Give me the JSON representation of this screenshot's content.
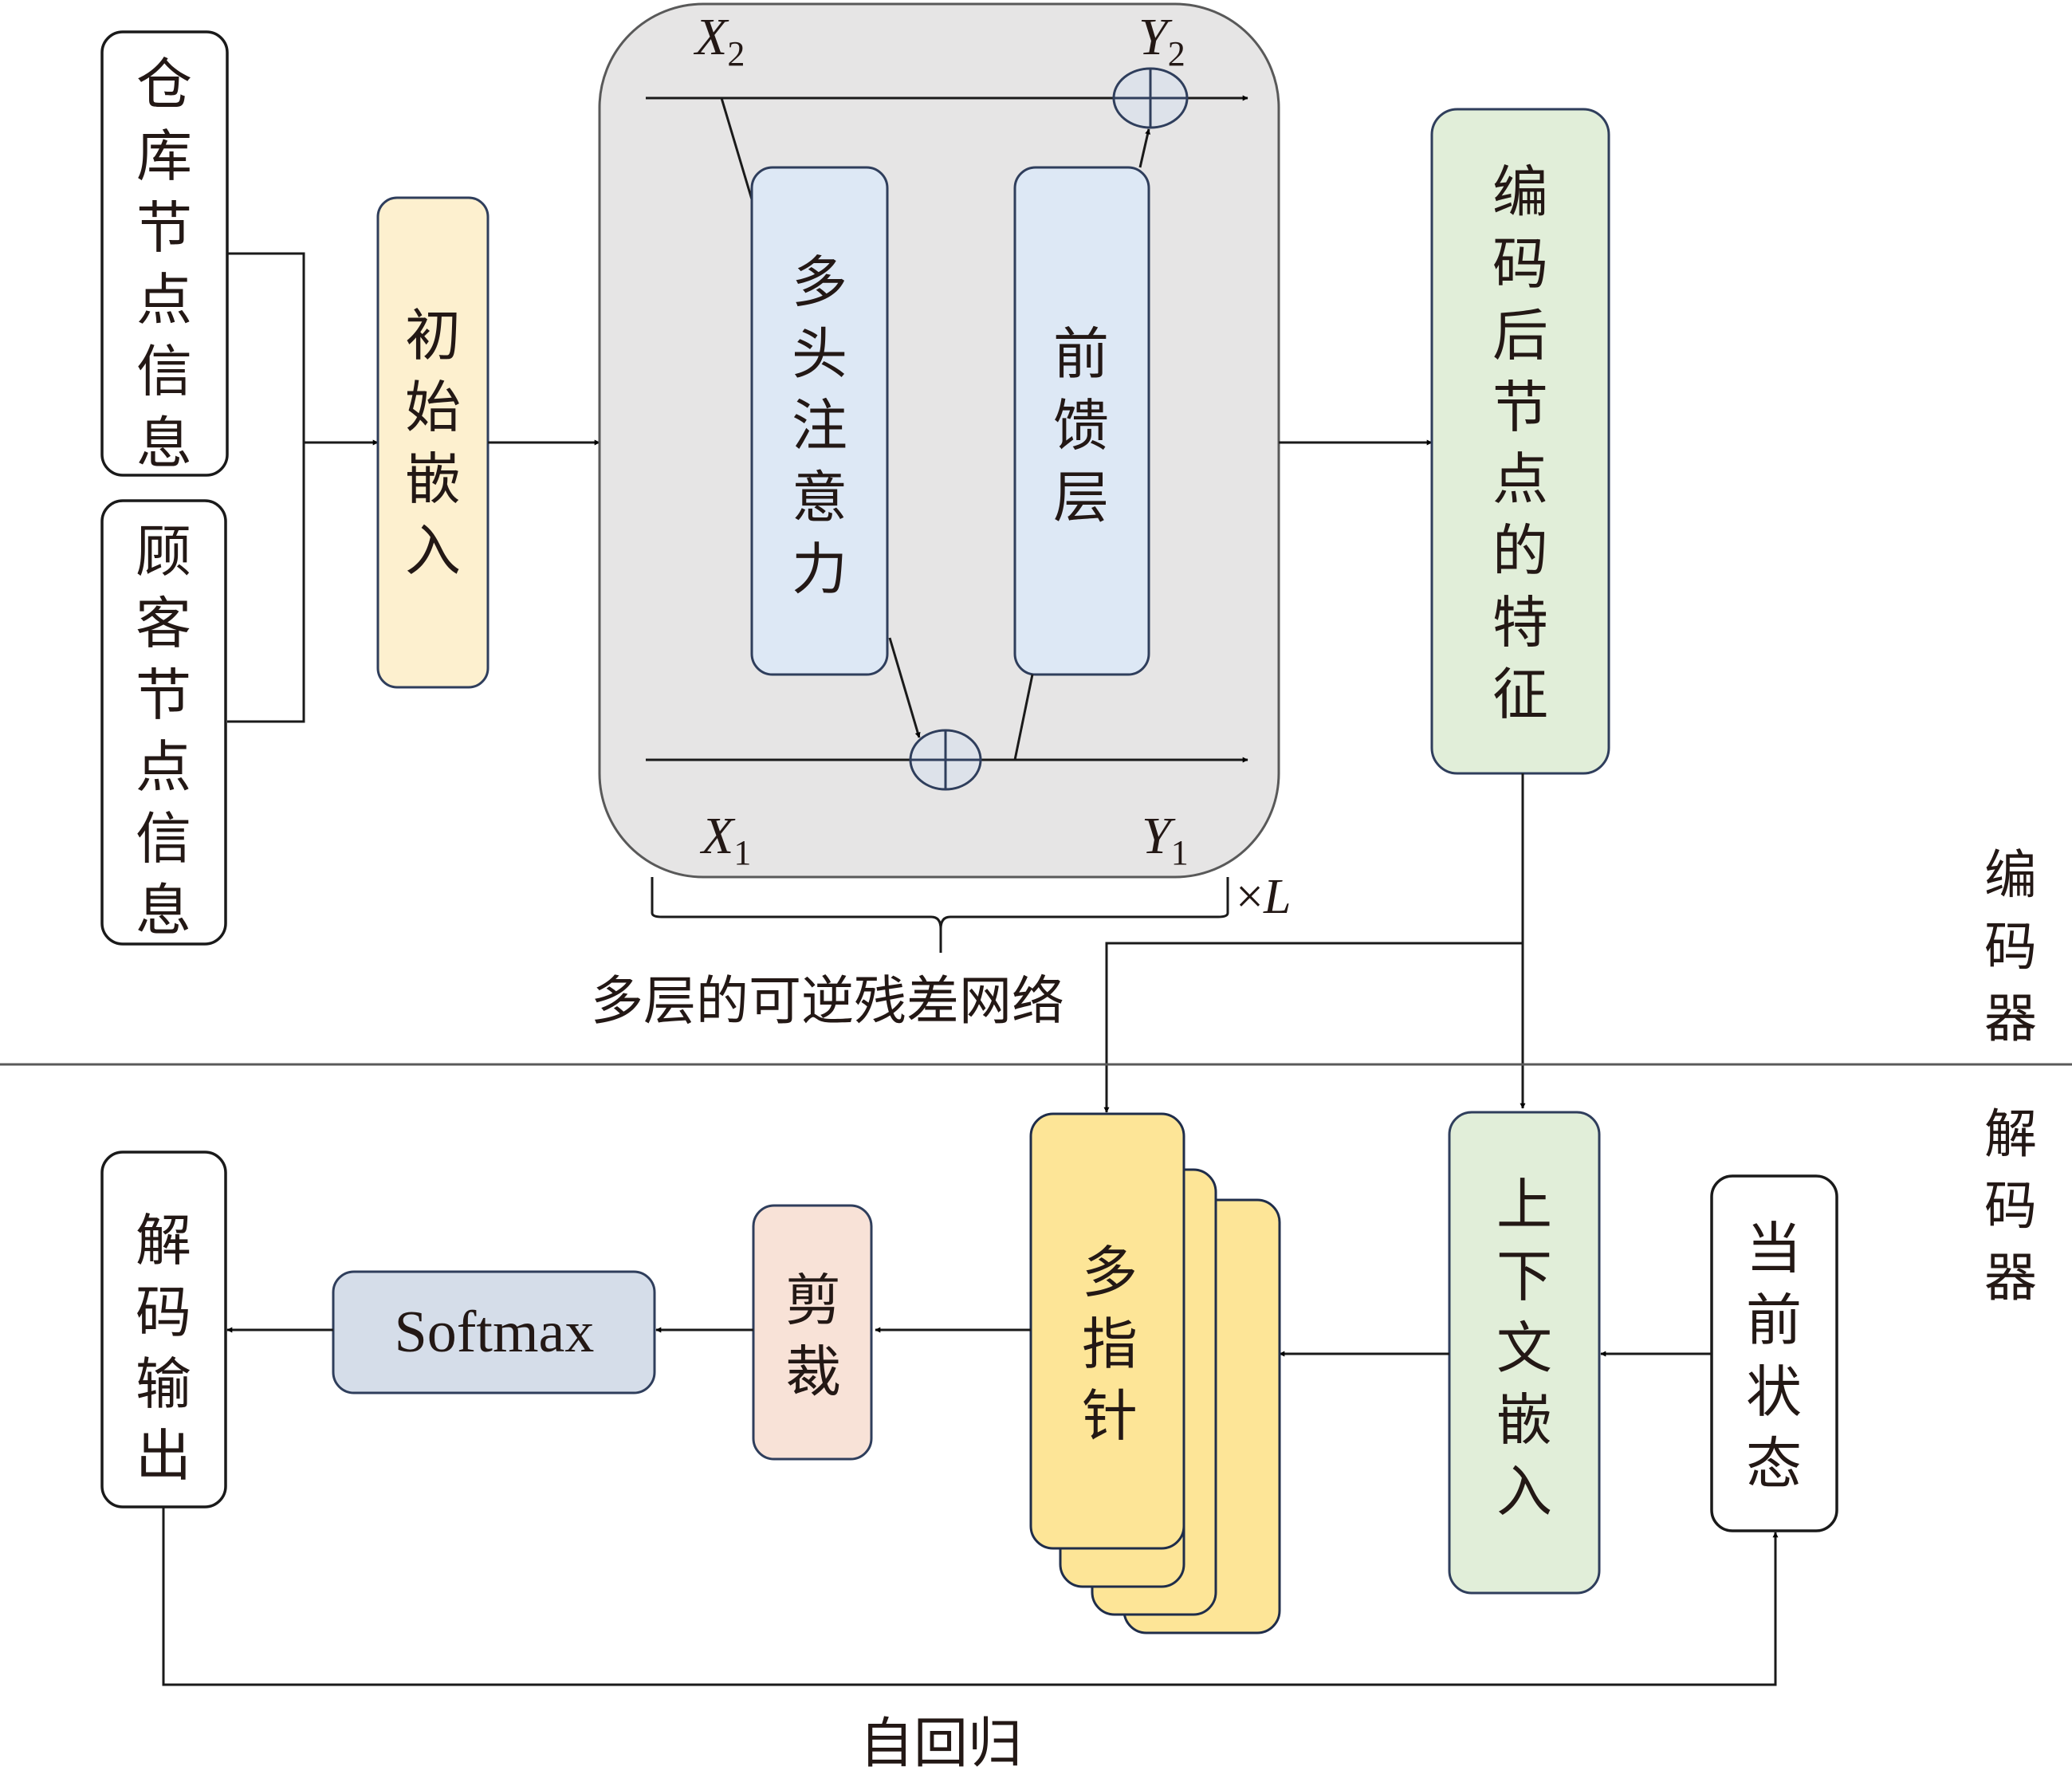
{
  "diagram": {
    "encoder": {
      "inputs": [
        {
          "id": "warehouse",
          "label": "仓库节点信息"
        },
        {
          "id": "customer",
          "label": "顾客节点信息"
        }
      ],
      "initial_embedding": {
        "label": "初始嵌入"
      },
      "reversible_block": {
        "attention": {
          "label": "多头注意力"
        },
        "feedforward": {
          "label": "前馈层"
        },
        "x2": {
          "base": "X",
          "sub": "2"
        },
        "y2": {
          "base": "Y",
          "sub": "2"
        },
        "x1": {
          "base": "X",
          "sub": "1"
        },
        "y1": {
          "base": "Y",
          "sub": "1"
        },
        "repeat": {
          "times": "×",
          "var": "L"
        },
        "caption": "多层的可逆残差网络"
      },
      "encoded_features": {
        "label": "编码后节点的特征"
      },
      "section_label": "编码器"
    },
    "decoder": {
      "section_label": "解码器",
      "current_state": {
        "label": "当前状态"
      },
      "context_embedding": {
        "label": "上下文嵌入"
      },
      "multi_pointer": {
        "label": "多指针"
      },
      "crop": {
        "label": "剪裁"
      },
      "softmax": {
        "label": "Softmax"
      },
      "output": {
        "label": "解码输出"
      },
      "autoregressive": {
        "label": "自回归"
      }
    },
    "colors": {
      "initial_embedding": "#fdf0cf",
      "attention": "#dde8f5",
      "encoded_features": "#e1eed9",
      "block_bg": "#e6e5e5",
      "softmax": "#d5dde9",
      "crop": "#f8e2d7",
      "multi_pointer": "#fde597"
    }
  }
}
